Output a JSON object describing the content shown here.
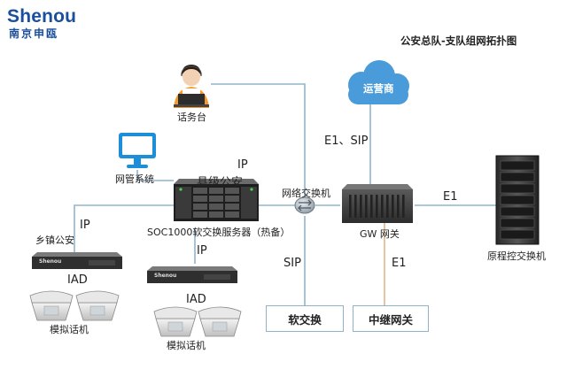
{
  "logo": {
    "brand": "Shenou",
    "subtitle": "南京申瓯",
    "brand_color": "#1a4f9c",
    "subtitle_color": "#1a4f9c"
  },
  "title": "公安总队-支队组网拓扑图",
  "labels": {
    "operator": "运营商",
    "operator_link": "E1、SIP",
    "operator_station": "话务台",
    "nms": "网管系统",
    "county": "县级公安",
    "soc_ip": "IP",
    "network_switch": "网络交换机",
    "soc_server": "SOC1000软交换服务器（热备）",
    "gw_link": "E1",
    "pbx": "原程控交换机",
    "gateway": "GW 网关",
    "gw_e1_down": "E1",
    "sip": "SIP",
    "town_ip": "IP",
    "town": "乡镇公安",
    "mid_ip": "IP",
    "iad_left": "IAD",
    "iad_mid": "IAD",
    "phone_left": "模拟话机",
    "phone_mid": "模拟话机"
  },
  "boxes": {
    "softswitch": "软交换",
    "trunk_gateway": "中继网关"
  },
  "device_brand": "Shenou",
  "colors": {
    "line": "#8fb6cc",
    "gw_line": "#e2b48a",
    "cloud": "#4a9bd9",
    "box_border": "#8fb3c8"
  }
}
